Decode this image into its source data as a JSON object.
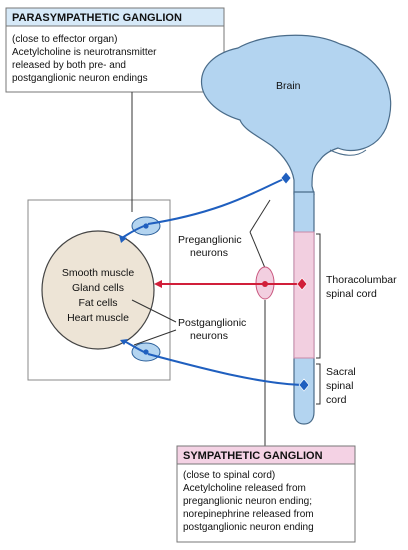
{
  "parasympathetic": {
    "title": "PARASYMPATHETIC GANGLION",
    "lines": [
      "(close to effector organ)",
      "Acetylcholine is neurotransmitter",
      "released by both pre- and",
      "postganglionic neuron endings"
    ]
  },
  "sympathetic": {
    "title": "SYMPATHETIC GANGLION",
    "lines": [
      "(close to spinal cord)",
      "Acetylcholine released from",
      "preganglionic neuron ending;",
      "norepinephrine released from",
      "postganglionic neuron ending"
    ]
  },
  "labels": {
    "brain": "Brain",
    "preganglionic": [
      "Preganglionic",
      "neurons"
    ],
    "postganglionic": [
      "Postganglionic",
      "neurons"
    ],
    "thoracolumbar": [
      "Thoracolumbar",
      "spinal cord"
    ],
    "sacral": [
      "Sacral",
      "spinal",
      "cord"
    ]
  },
  "effectors": [
    "Smooth muscle",
    "Gland cells",
    "Fat cells",
    "Heart muscle"
  ],
  "colors": {
    "nervous_tissue": "#b3d4f0",
    "thoracolumbar_segment": "#f2cfe0",
    "para_header": "#d6e9f8",
    "symp_header": "#f4d2e4",
    "effector": "#ede4d6",
    "para_neuron": "#1f5fbf",
    "symp_neuron": "#d11f3a"
  }
}
